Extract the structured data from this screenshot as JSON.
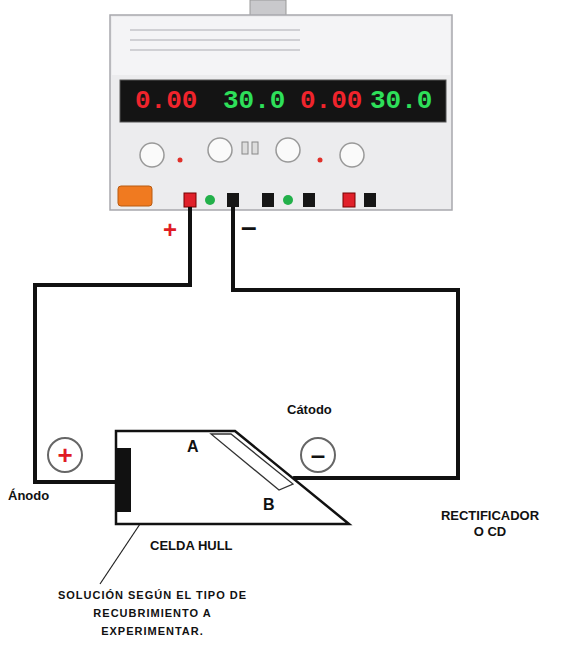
{
  "diagram": {
    "nodes": [
      {
        "text": [
          "0.00",
          "30.0",
          "0.00",
          "30.0"
        ]
      },
      {
        "text": [
          "+"
        ]
      },
      {
        "text": [
          "–"
        ]
      },
      {
        "text": [
          "A",
          "B"
        ]
      }
    ],
    "edges": [
      {
        "from": 0,
        "to": 3,
        "arrow": "none"
      },
      {
        "from": 0,
        "to": 3,
        "arrow": "none"
      }
    ],
    "labels": [
      "+",
      "–",
      "Cátodo",
      "Ánodo",
      "CELDA HULL",
      "RECTIFICADOR O CD",
      "SOLUCIÓN SEGÚN EL TIPO DE RECUBRIMIENTO A EXPERIMENTAR."
    ]
  }
}
